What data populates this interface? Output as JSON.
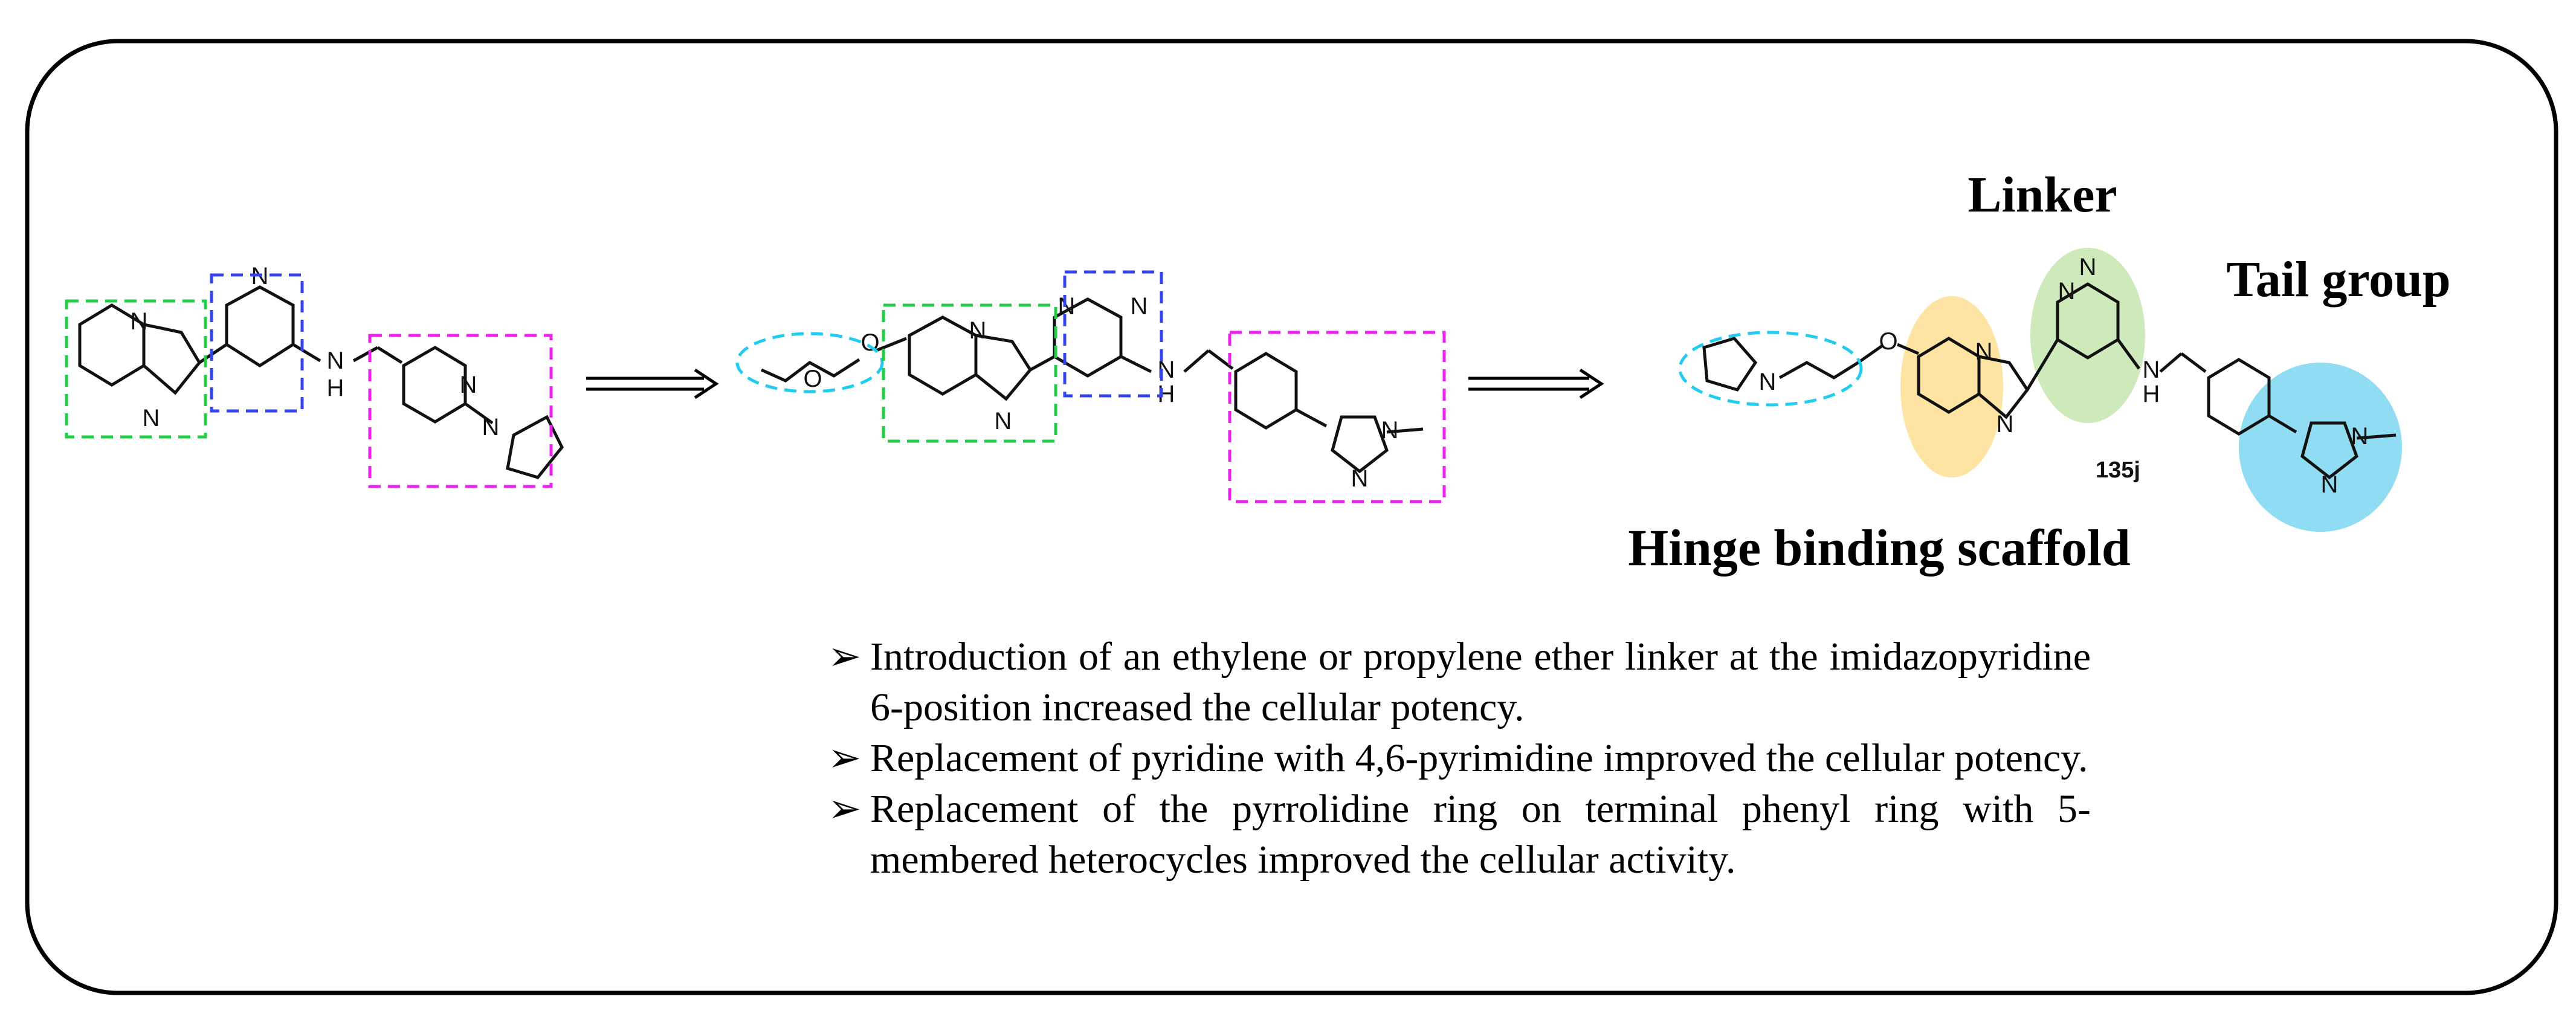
{
  "labels": {
    "linker": "Linker",
    "tail_group": "Tail group",
    "hinge_binding_scaffold": "Hinge binding scaffold",
    "compound_id": "135j"
  },
  "atoms": {
    "N": "N",
    "H": "H",
    "O": "O"
  },
  "bullets": [
    {
      "marker": "➢",
      "text": "Introduction of an ethylene or propylene ether linker at the imidazopyridine 6-position increased the cellular potency."
    },
    {
      "marker": "➢",
      "text": "Replacement of pyridine with 4,6-pyrimidine improved the cellular potency."
    },
    {
      "marker": "➢",
      "text": "Replacement of the pyrrolidine ring on terminal phenyl ring with 5-membered heterocycles improved the cellular activity."
    }
  ],
  "colors": {
    "hinge_highlight": "#fde4a3",
    "linker_highlight": "#cfeaba",
    "tail_highlight": "#8fdcf3",
    "box_green": "#22cc44",
    "box_blue": "#3344ee",
    "box_magenta": "#ee22ee",
    "ellipse_cyan": "#22ccee"
  }
}
